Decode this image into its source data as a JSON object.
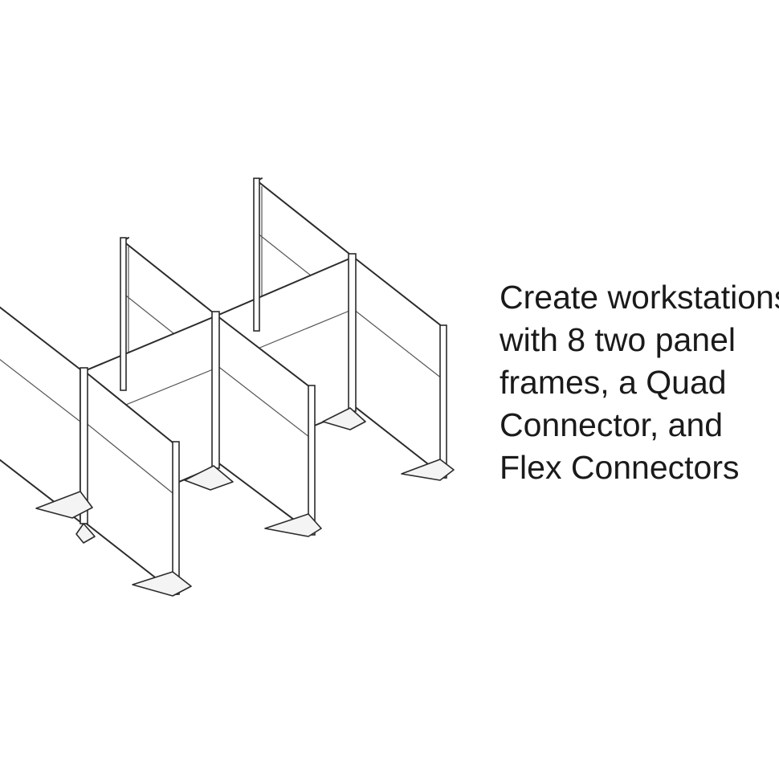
{
  "caption": {
    "lines": [
      "Create workstations",
      "with 8 two panel",
      "frames, a Quad",
      "Connector, and",
      "Flex Connectors"
    ]
  },
  "illustration": {
    "icon": "cubicle-workstation-line-drawing",
    "stroke_color": "#2b2b2b",
    "fill_color": "#ffffff"
  }
}
